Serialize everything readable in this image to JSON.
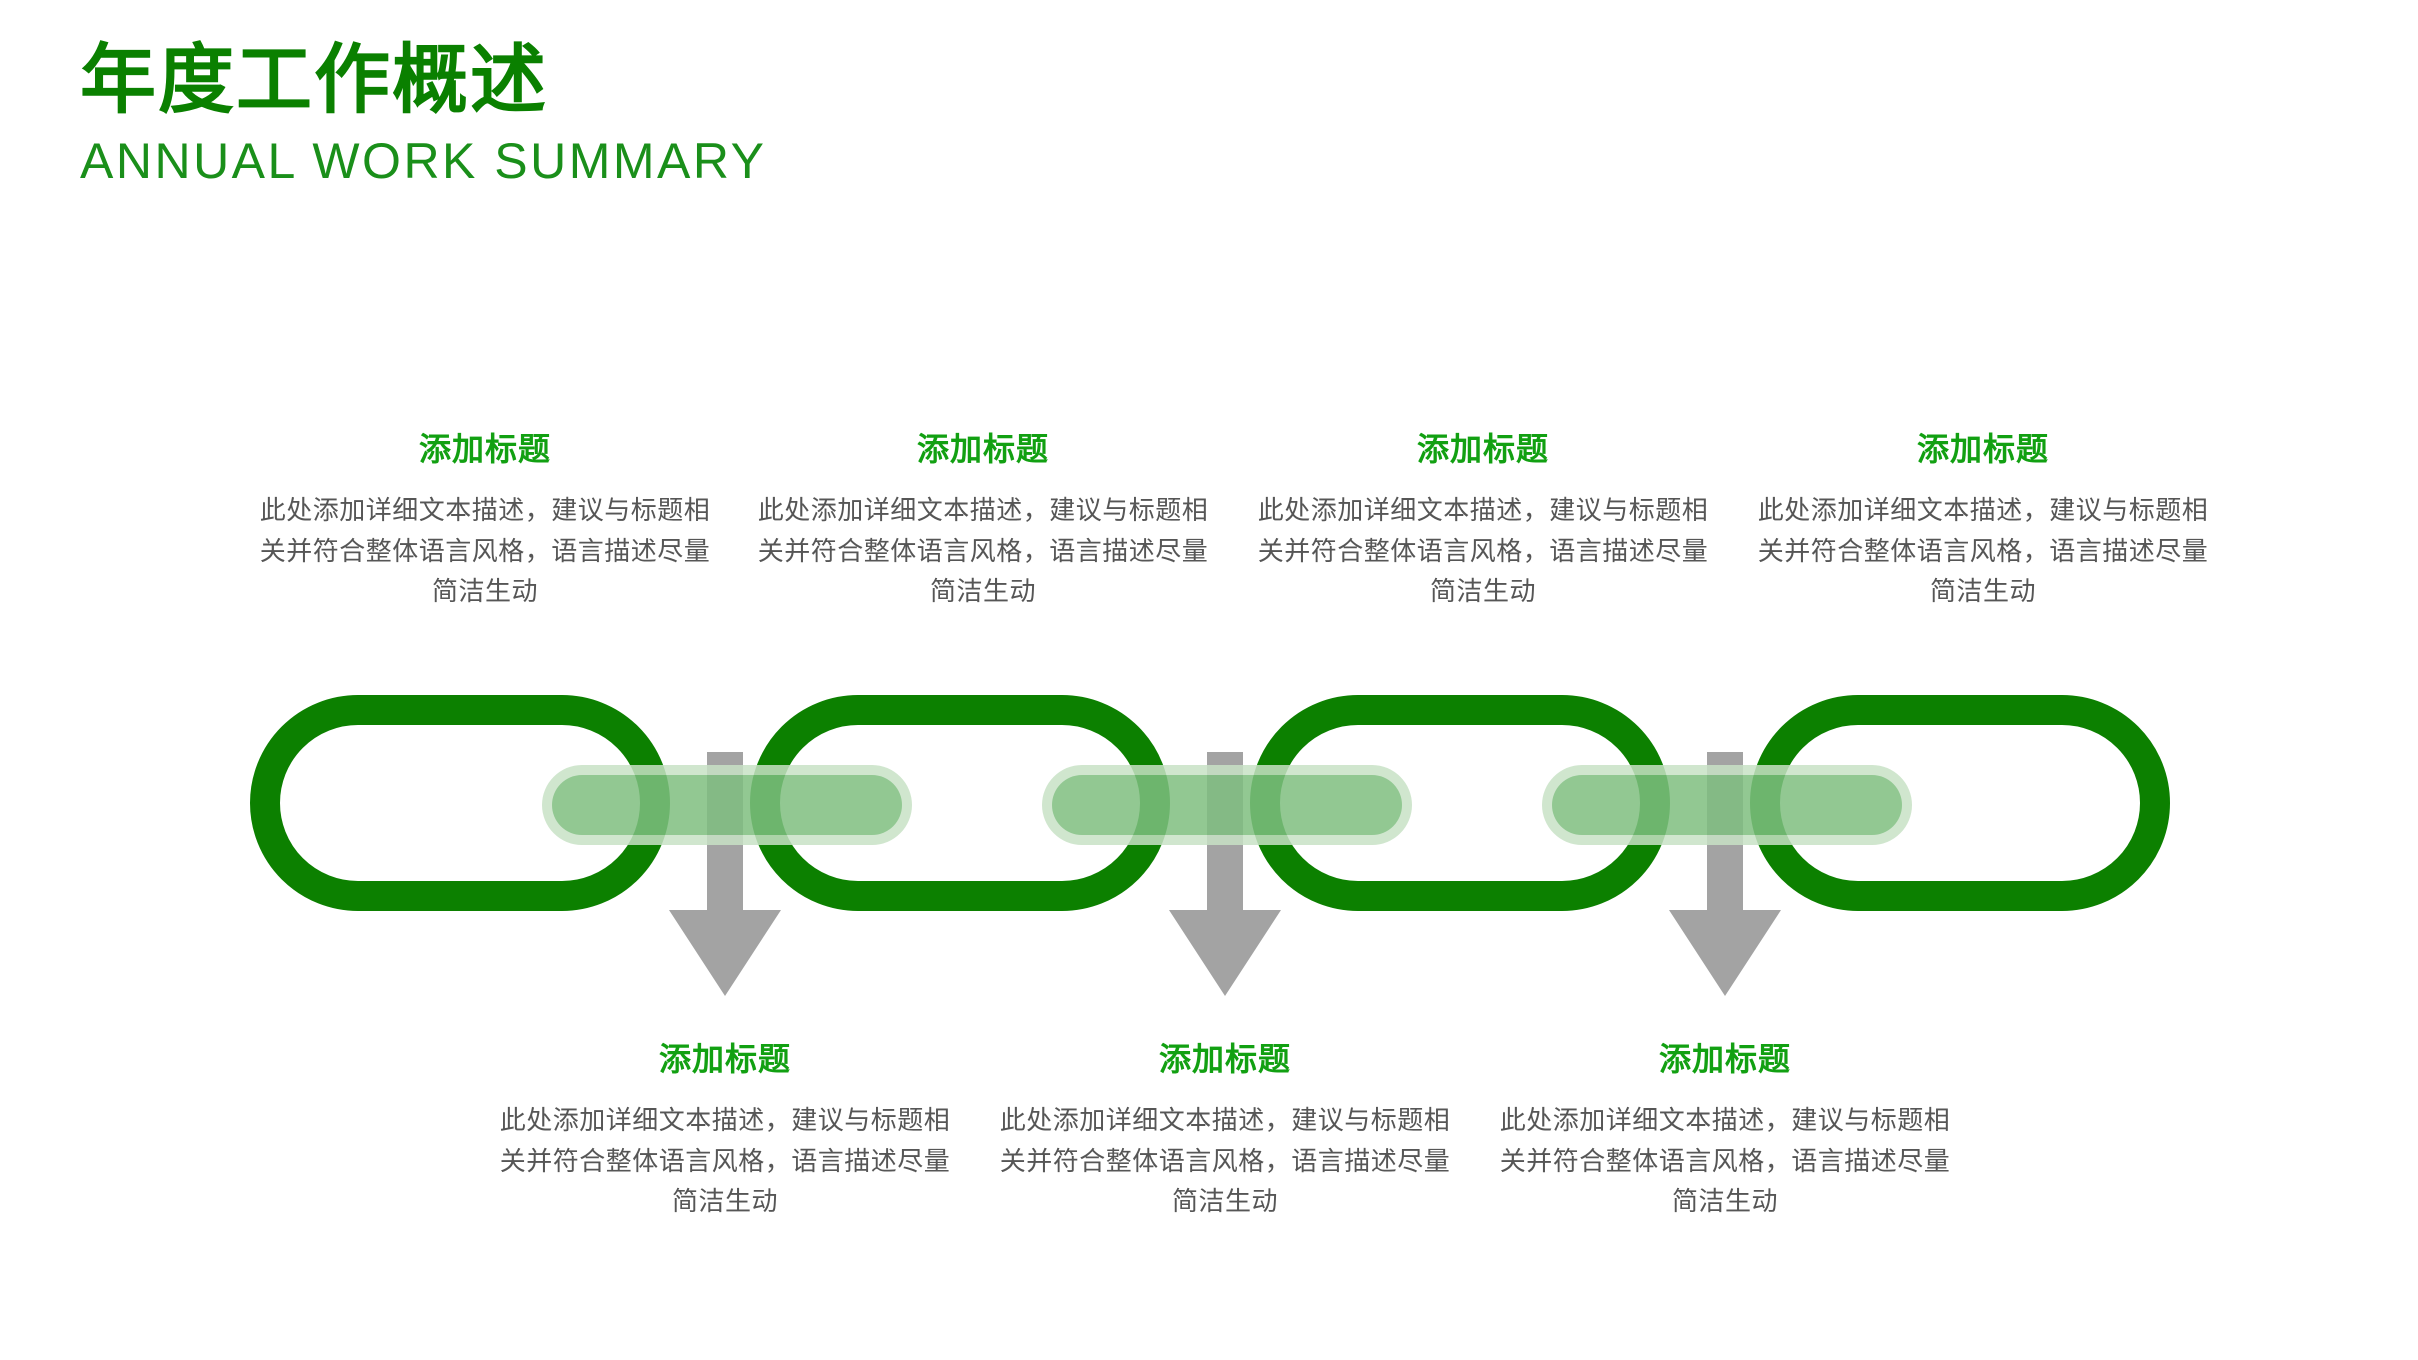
{
  "header": {
    "title": "年度工作概述",
    "subtitle": "ANNUAL WORK SUMMARY"
  },
  "colors": {
    "brand_green": "#0a8000",
    "ring_green": "#0c8000",
    "title_green": "#12a012",
    "connector_green": "#82c282",
    "connector_glow": "#c8e2c6",
    "arrow_gray": "#a3a3a3",
    "body_gray": "#565656",
    "background": "#ffffff"
  },
  "top_blocks": [
    {
      "title": "添加标题",
      "body": "此处添加详细文本描述，建议与标题相关并符合整体语言风格，语言描述尽量简洁生动"
    },
    {
      "title": "添加标题",
      "body": "此处添加详细文本描述，建议与标题相关并符合整体语言风格，语言描述尽量简洁生动"
    },
    {
      "title": "添加标题",
      "body": "此处添加详细文本描述，建议与标题相关并符合整体语言风格，语言描述尽量简洁生动"
    },
    {
      "title": "添加标题",
      "body": "此处添加详细文本描述，建议与标题相关并符合整体语言风格，语言描述尽量简洁生动"
    }
  ],
  "bottom_blocks": [
    {
      "title": "添加标题",
      "body": "此处添加详细文本描述，建议与标题相关并符合整体语言风格，语言描述尽量简洁生动"
    },
    {
      "title": "添加标题",
      "body": "此处添加详细文本描述，建议与标题相关并符合整体语言风格，语言描述尽量简洁生动"
    },
    {
      "title": "添加标题",
      "body": "此处添加详细文本描述，建议与标题相关并符合整体语言风格，语言描述尽量简洁生动"
    }
  ],
  "chain": {
    "ring_count": 4,
    "connector_count": 3,
    "arrow_count": 3
  }
}
